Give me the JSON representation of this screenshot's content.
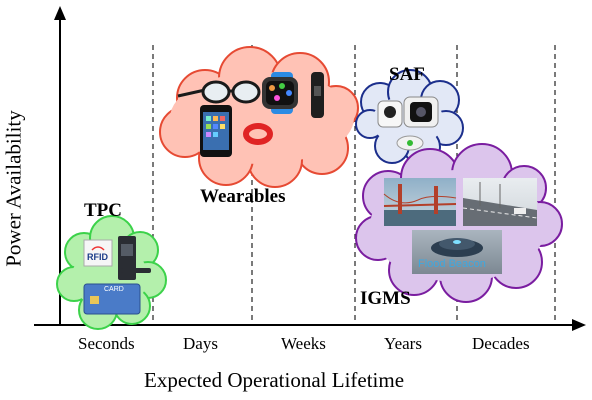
{
  "axes": {
    "x_title": "Expected Operational Lifetime",
    "y_title": "Power Availability",
    "x_ticks": [
      "Seconds",
      "Days",
      "Weeks",
      "Years",
      "Decades"
    ]
  },
  "clusters": {
    "tpc": "TPC",
    "wearables": "Wearables",
    "saf": "SAF",
    "igms": "IGMS"
  },
  "device_text": {
    "rfid": "RFID",
    "card": "CARD",
    "flood_beacon": "Flood Beacon"
  },
  "colors": {
    "tpc_fill": "#b4f0ac",
    "tpc_stroke": "#3cd24a",
    "wearables_fill": "#ffc2b5",
    "wearables_stroke": "#e64a33",
    "saf_fill": "#e2e8f6",
    "saf_stroke": "#1c2f8c",
    "igms_fill": "#dcc5ec",
    "igms_stroke": "#7a1da0"
  }
}
